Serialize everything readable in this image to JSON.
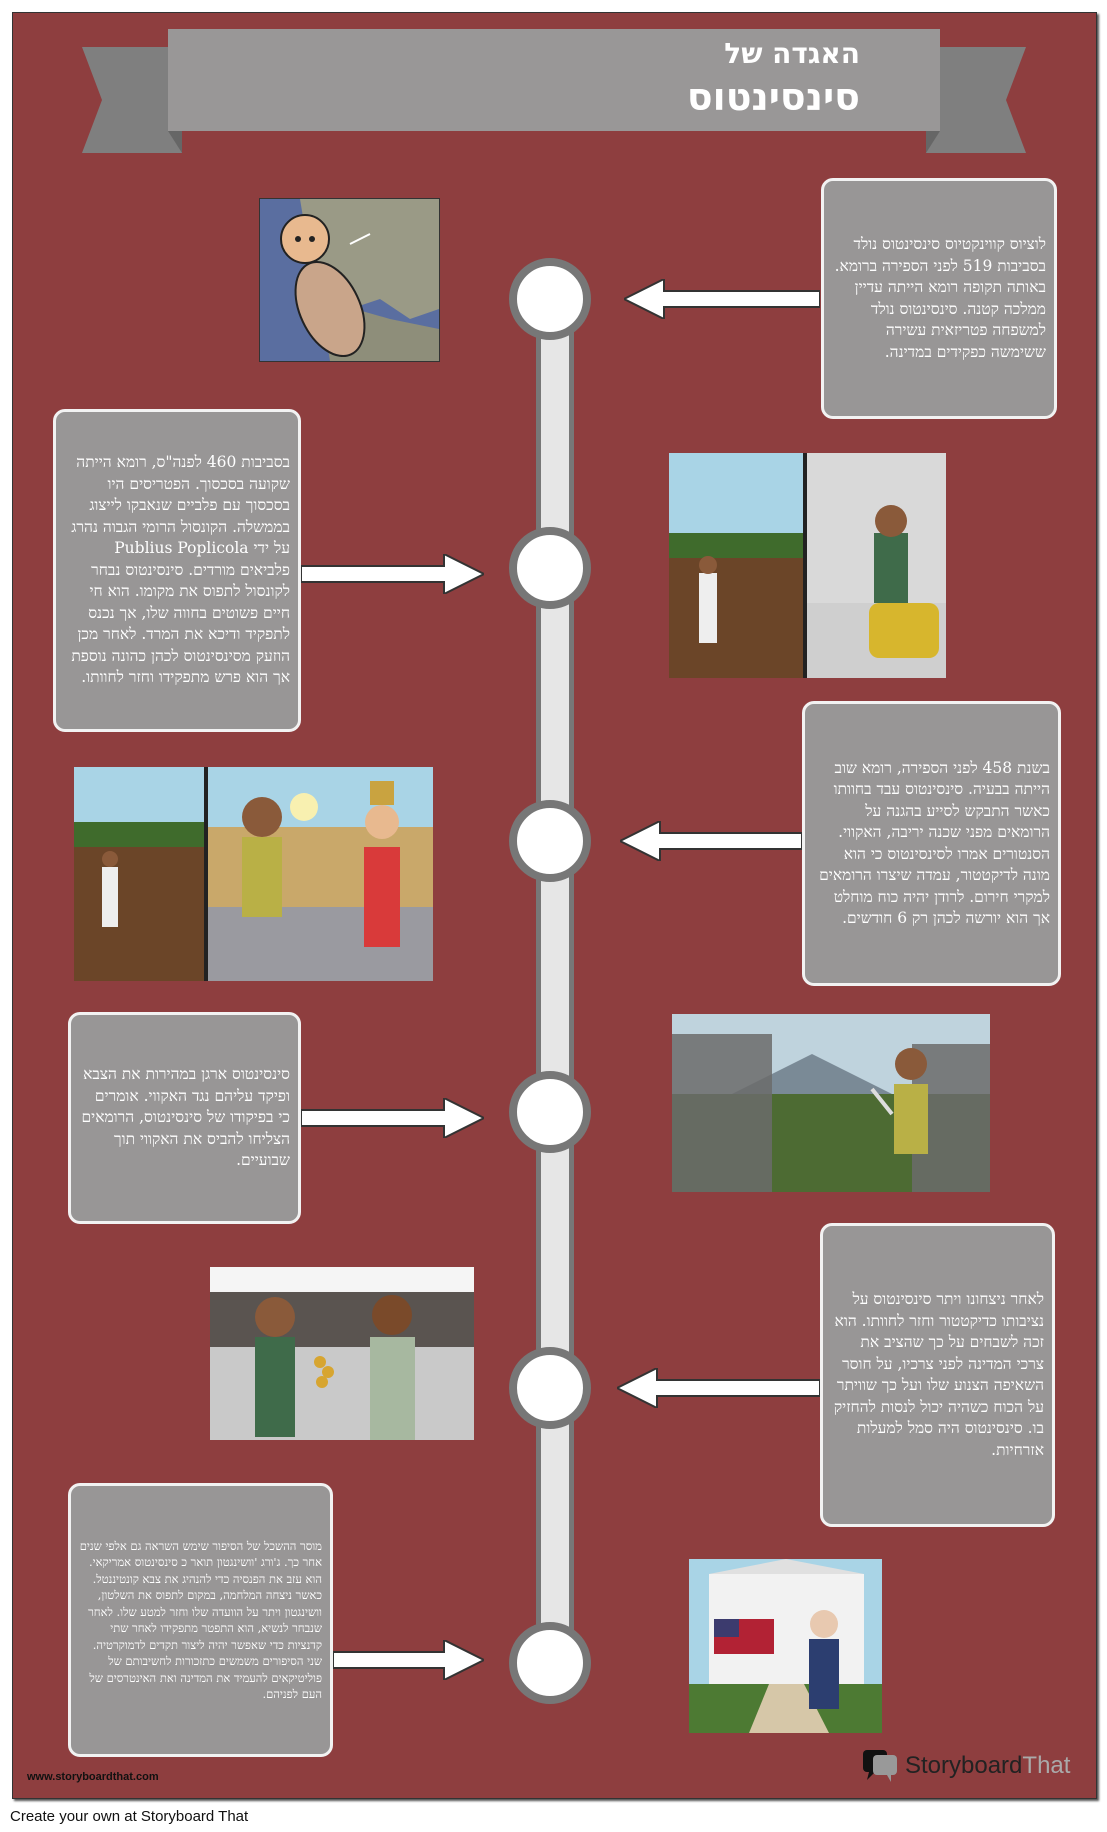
{
  "header": {
    "title_line1": "האגדה של",
    "title_line2": "סינסינטוס"
  },
  "events": [
    {
      "text": "לוציוס קווינקטיוס סינסינטוס נולד בסביבות 519 לפני הספירה ברומא. באותה תקופה רומא הייתה עדיין ממלכה קטנה. סינסינטוס נולד למשפחה פטריזאית עשירה ששימשה כפקידים במדינה."
    },
    {
      "text": "בסביבות 460 לפנה\"ס, רומא הייתה שקועה בסכסוך. הפטריסים היו בסכסוך עם פלביים שנאבקו לייצוג בממשלה. הקונסול הרומי הגבוה נהרג על ידי Publius Poplicola פלביאים מורדים. סינסינטוס נבחר לקונסול לתפוס את מקומו. הוא חי חיים פשוטים בחווה שלו, אך נכנס לתפקיד ודיכא את המרד. לאחר מכן הוזעק מסינסינטוס לכהן כהונה נוספת אך הוא פרש מתפקידו וחזר לחוותו."
    },
    {
      "text": "בשנת 458 לפני הספירה, רומא שוב הייתה בבעיה. סינסינטוס עבד בחוותו כאשר התבקש לסייע בהגנה על הרומאים מפני שכנה יריבה, האקווי. הסנטורים אמרו לסינסינטוס כי הוא מונה לדיקטטור, עמדה שיצרו הרומאים למקרי חירום. לרודן יהיה כוח מוחלט אך הוא יורשה לכהן רק 6 חודשים."
    },
    {
      "text": "סינסינטוס ארגן במהירות את הצבא ופיקד עליהם נגד האקווי. אומרים כי בפיקודו של סינסינטוס, הרומאים הצליחו להביס את האקווי תוך שבועיים."
    },
    {
      "text": "לאחר ניצחונו ויתר סינסינטוס על נציבותו כדיקטטור וחזר לחוותו. הוא זכה לשבחים על כך שהציב את צרכי המדינה לפני צרכיו, על חוסר השאיפה הצנוע שלו ועל כך שוויתר על הכוח כשהיה יכול לנסות להחזיק בו. סינסינטוס היה סמל למעלות אזרחיות."
    },
    {
      "text": "מוסר ההשכל של הסיפור שימש השראה גם אלפי שנים אחר כך. ג'ורג 'וושינגטון תואר כ סינסינטוס אמריקאי. הוא עזב את הפנסיה כדי להנהיג את צבא קונטיננטל. כאשר ניצחה המלחמה, במקום לתפוס את השלטון, וושינגטון ויתר על הוועדה שלו וחזר למטע שלו. לאחר שנבחר לנשיא, הוא התפטר מתפקידו לאחר שתי קדנציות כדי שאפשר יהיה ליצור תקדים לדמוקרטיה. שני הסיפורים משמשים כתזכורות לחשיבותם של פוליטיקאים להעמיד את המדינה ואת האינטרסים של העם לפניהם."
    }
  ],
  "footer": {
    "website": "www.storyboardthat.com",
    "logo_word1": "Storyboard",
    "logo_word2": "That",
    "create_link": "Create your own at Storyboard That"
  },
  "colors": {
    "background": "#8e3e3f",
    "box": "#989696",
    "banner": "#999797",
    "ribbon_tail": "#7f7f7f"
  }
}
